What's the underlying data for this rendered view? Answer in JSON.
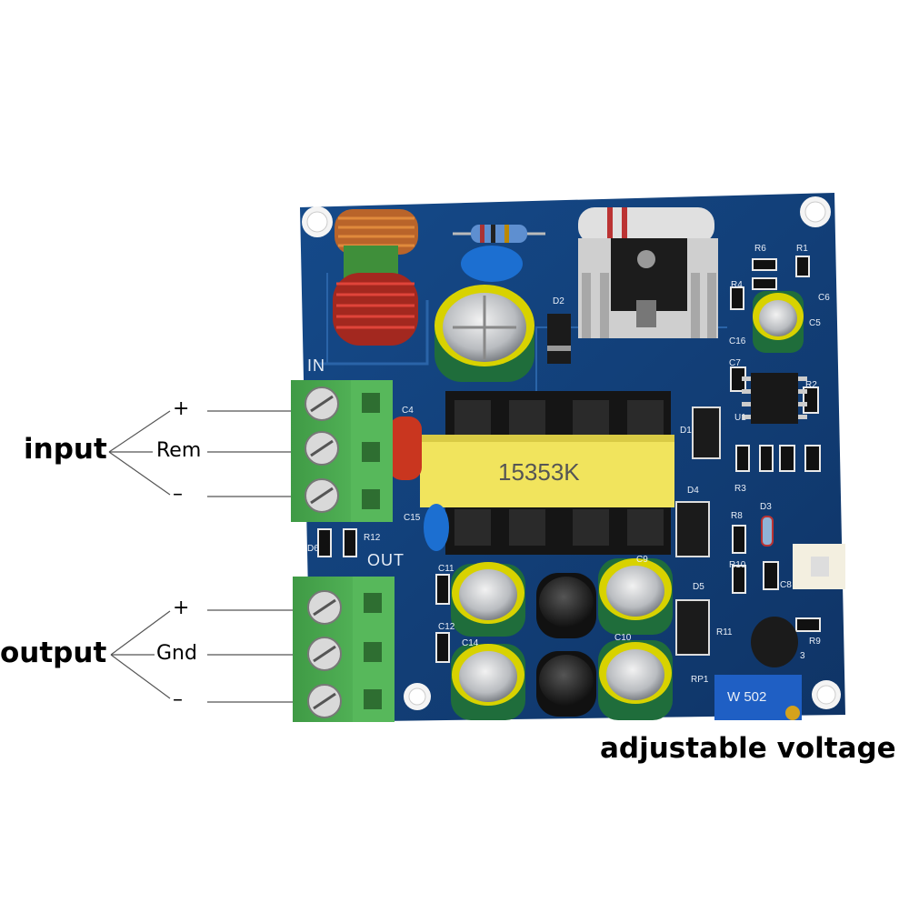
{
  "labels": {
    "input": "input",
    "output": "output",
    "adjustable": "adjustable voltage",
    "rem": "Rem",
    "gnd": "Gnd",
    "plus": "+",
    "minus": "–"
  },
  "board": {
    "in_label": "IN",
    "out_label": "OUT",
    "transformer_text": "15353K",
    "pot_text": "W 502",
    "component_labels": [
      "C4",
      "C5",
      "C6",
      "C7",
      "C8",
      "C9",
      "C10",
      "C11",
      "C12",
      "C14",
      "C15",
      "C16",
      "D1",
      "D2",
      "D3",
      "D4",
      "D5",
      "D6",
      "R1",
      "R2",
      "R3",
      "R4",
      "R6",
      "R8",
      "R9",
      "R10",
      "R11",
      "R12",
      "U1",
      "RP1",
      "3"
    ]
  },
  "colors": {
    "pcb": "#123f78",
    "terminal": "#4aa84f",
    "transformer": "#f1e45d",
    "coil": "#c0392b"
  }
}
